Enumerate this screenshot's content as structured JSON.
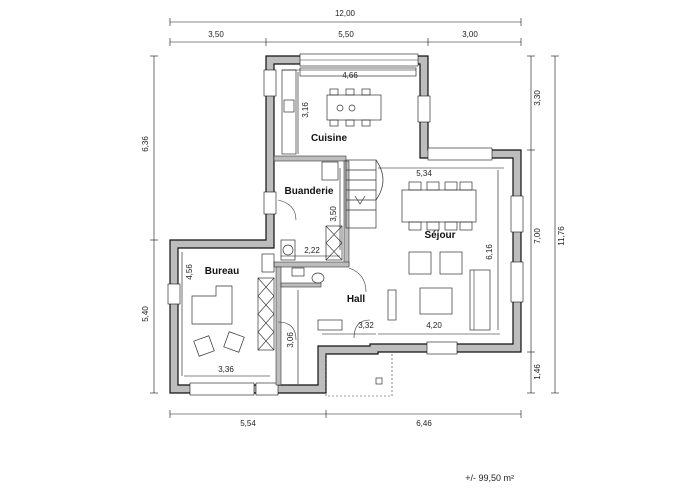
{
  "plan": {
    "rooms": {
      "cuisine": "Cuisine",
      "buanderie": "Buanderie",
      "bureau": "Bureau",
      "sejour": "Séjour",
      "hall": "Hall"
    },
    "overall_dims": {
      "top_total": "12,00",
      "top_left": "3,50",
      "top_mid": "5,50",
      "top_right": "3,00",
      "bottom_left": "5,54",
      "bottom_right": "6,46",
      "left_top": "6,36",
      "left_bottom": "5,40",
      "right_top": "3,30",
      "right_mid": "7,00",
      "right_bottom": "1,46",
      "right_total": "11,76"
    },
    "room_dims": {
      "cuisine_width": "4,66",
      "cuisine_depth": "3,16",
      "sejour_width_top": "5,34",
      "buanderie_depth": "3,50",
      "buanderie_width": "2,22",
      "sejour_depth": "6,16",
      "bureau_depth": "4,56",
      "sejour_width_bottom": "4,20",
      "hall_width": "3,32",
      "hall_depth": "3,06",
      "bureau_width": "3,36"
    },
    "total_area": "+/- 99,50 m²"
  }
}
